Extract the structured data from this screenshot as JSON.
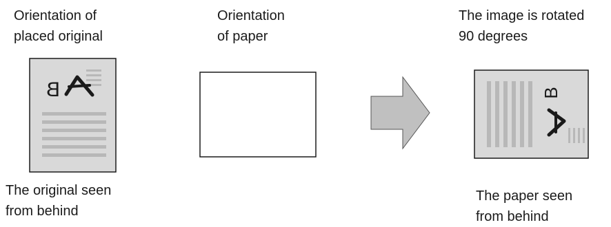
{
  "labels": {
    "original_orientation": "Orientation of\nplaced original",
    "paper_orientation": "Orientation\nof paper",
    "rotated": "The image is rotated\n90 degrees",
    "original_behind": "The original seen\nfrom behind",
    "paper_behind": "The paper seen\nfrom behind"
  },
  "glyphs": {
    "mirror_letter": "B",
    "rotated_letter": "B"
  },
  "colors": {
    "document_fill": "#d9d9d9",
    "document_stroke": "#1a1a1a",
    "text_bars": "#b8b8b8",
    "arrow_fill": "#c0c0c0",
    "arrow_stroke": "#555555"
  }
}
